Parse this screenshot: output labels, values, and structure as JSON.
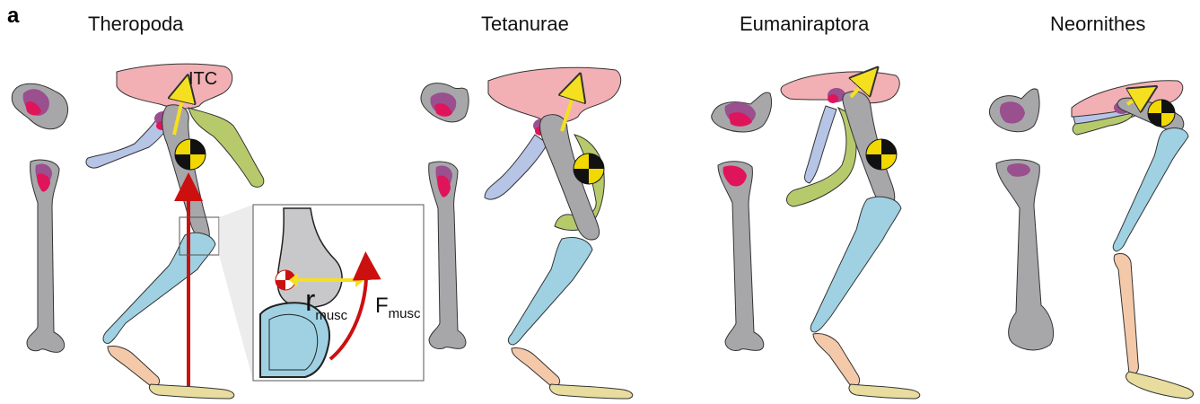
{
  "figure": {
    "panel_letter": "a",
    "clades": [
      {
        "name": "Theropoda"
      },
      {
        "name": "Tetanurae"
      },
      {
        "name": "Eumaniraptora"
      },
      {
        "name": "Neornithes"
      }
    ],
    "annotations": {
      "itc": "ITC",
      "r_main": "r",
      "r_sub": "musc",
      "f_main": "F",
      "f_sub": "musc"
    },
    "colors": {
      "ilium": "#f2b0b4",
      "ischium": "#b7ca6b",
      "pubis": "#b6c4e6",
      "femur": "#a7a7aa",
      "tibia": "#9fd1e3",
      "fibula_foot": "#f4c9a9",
      "toes": "#e8dc9e",
      "muscle_purple": "#9a4f8e",
      "muscle_red": "#e0145a",
      "arrow_red": "#cc1010",
      "arrow_yellow": "#f5e020",
      "com_yellow": "#f0d800"
    }
  }
}
